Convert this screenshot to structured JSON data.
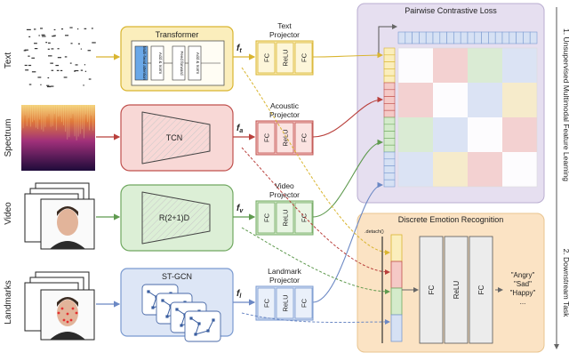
{
  "inputs": {
    "text": "Text",
    "spectrum": "Spectrum",
    "video": "Video",
    "landmarks": "Landmarks"
  },
  "encoders": {
    "transformer": {
      "title": "Transformer",
      "mha": "Multi-head attention",
      "addnorm": "Add & norm",
      "ff": "Feed forward"
    },
    "tcn": "TCN",
    "r21d": "R(2+1)D",
    "stgcn": "ST-GCN"
  },
  "features": {
    "text": "f",
    "text_sub": "t",
    "acoustic": "f",
    "acoustic_sub": "a",
    "video": "f",
    "video_sub": "v",
    "landmark": "f",
    "landmark_sub": "l"
  },
  "projectors": {
    "text": {
      "title1": "Text",
      "title2": "Projector"
    },
    "acoustic": {
      "title1": "Acoustic",
      "title2": "Projector"
    },
    "video": {
      "title1": "Video",
      "title2": "Projector"
    },
    "landmark": {
      "title1": "Landmark",
      "title2": "Projector"
    },
    "fc": "FC",
    "relu": "ReLU"
  },
  "contrastive": {
    "title": "Pairwise Contrastive Loss"
  },
  "recognition": {
    "title": "Discrete Emotion Recognition",
    "detach": ".detach()",
    "fc": "FC",
    "relu": "ReLU",
    "outputs": [
      "\"Angry\"",
      "\"Sad\"",
      "\"Happy\"",
      "..."
    ]
  },
  "side_labels": {
    "stage1": "1. Unsupervised Multimodal Feature Learning",
    "stage2": "2. Downstream Task"
  },
  "colors": {
    "text": "#e8c84a",
    "acoustic": "#c0504d",
    "video": "#70a860",
    "landmark": "#7a9ad0",
    "contrastive_bg": "#e3dcef",
    "recognition_bg": "#fbe3c4"
  }
}
